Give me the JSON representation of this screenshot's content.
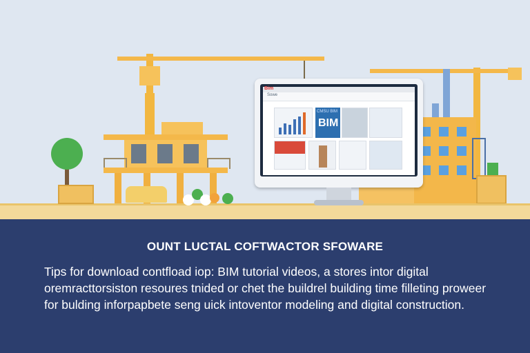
{
  "scene": {
    "browser_logo": "Bim",
    "browser_nav": "Sowe",
    "bim_card_small": "CMSU BIM",
    "bim_card_big": "BIM",
    "accent_colors": {
      "sky": "#dfe7f1",
      "ground": "#f3d99a",
      "panel": "#2c3e6e",
      "building_yellow": "#f3b74a",
      "bim_blue": "#2d6fb0"
    },
    "icons": [
      "crane",
      "building",
      "tree",
      "car",
      "monitor"
    ]
  },
  "panel": {
    "title": "OUNT LUCTAL COFTWACTOR SFOWARE",
    "body": "Tips for download contfload iop: BIM tutorial videos, a stores intor digital oremracttorsiston resoures tnided or chet the buildrel building time filleting prowеer for bulding inforpapbete seng uick intoventor modeling and digital construction."
  }
}
